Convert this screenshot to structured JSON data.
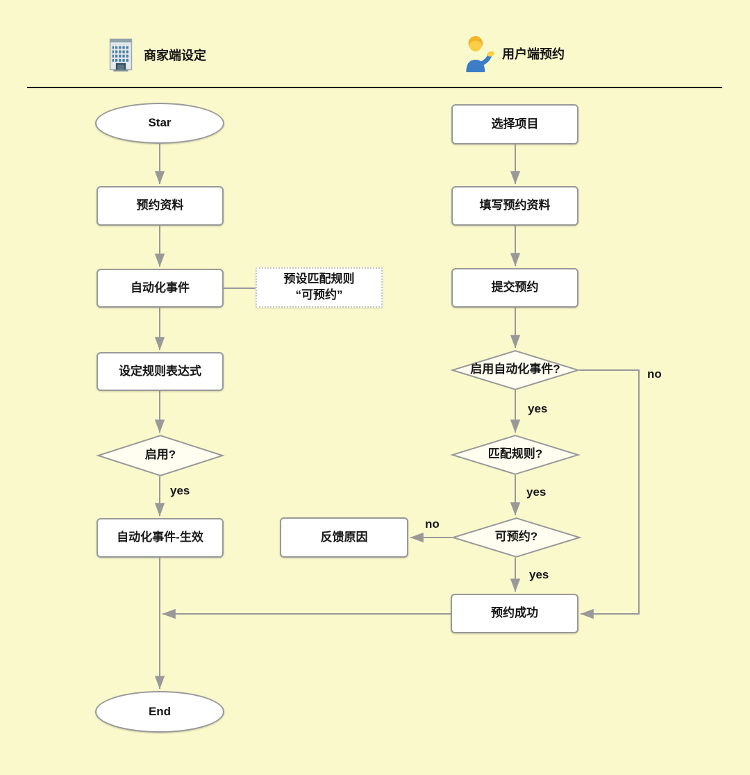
{
  "lanes": {
    "merchant": {
      "label": "商家端设定",
      "icon": "office-building-icon"
    },
    "user": {
      "label": "用户端预约",
      "icon": "man-tipping-hand-icon"
    }
  },
  "nodes": {
    "start": {
      "label": "Star"
    },
    "booking_info": {
      "label": "预约资料"
    },
    "auto_event": {
      "label": "自动化事件"
    },
    "rule_note": {
      "line1": "预设匹配规则",
      "line2": "“可预约”"
    },
    "rule_expr": {
      "label": "设定规则表达式"
    },
    "enabled": {
      "label": "启用?"
    },
    "auto_effective": {
      "label": "自动化事件-生效"
    },
    "end": {
      "label": "End"
    },
    "select_item": {
      "label": "选择项目"
    },
    "fill_info": {
      "label": "填写预约资料"
    },
    "submit": {
      "label": "提交预约"
    },
    "auto_enabled": {
      "label": "启用自动化事件?"
    },
    "match_rule": {
      "label": "匹配规则?"
    },
    "bookable": {
      "label": "可预约?"
    },
    "feedback": {
      "label": "反馈原因"
    },
    "success": {
      "label": "预约成功"
    }
  },
  "edge_labels": {
    "enabled_yes": "yes",
    "auto_enabled_yes": "yes",
    "auto_enabled_no": "no",
    "match_yes": "yes",
    "bookable_yes": "yes",
    "bookable_no": "no"
  },
  "colors": {
    "background": "#FAF9CC",
    "node_fill": "#FFFFFF",
    "diamond_fill": "#FFFEF0",
    "connector": "#999999",
    "text": "#161616",
    "divider": "#1C1C1C"
  }
}
